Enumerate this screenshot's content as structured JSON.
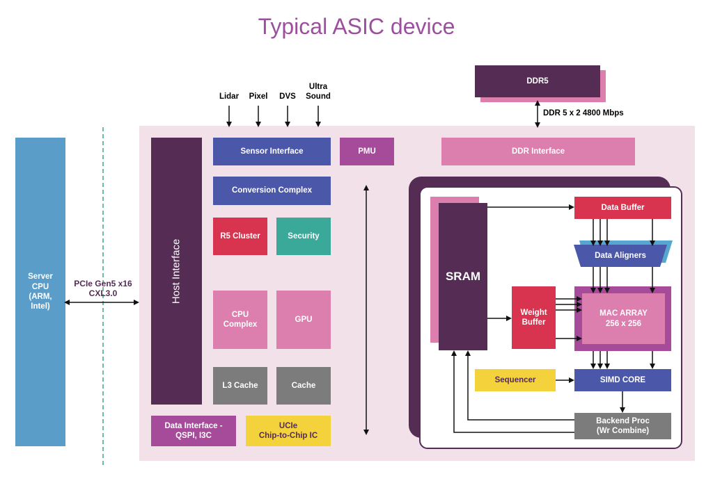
{
  "title": "Typical ASIC device",
  "server_cpu": "Server\nCPU\n(ARM,\nIntel)",
  "pcie_label": "PCIe Gen5 x16\nCXL3.0",
  "sensors": [
    "Lidar",
    "Pixel",
    "DVS",
    "Ultra\nSound"
  ],
  "ddr_label": "DDR5",
  "ddr_speed": "DDR 5 x 2 4800 Mbps",
  "blocks": {
    "host_interface": "Host Interface",
    "sensor_interface": "Sensor Interface",
    "pmu": "PMU",
    "ddr_interface": "DDR Interface",
    "conversion_complex": "Conversion Complex",
    "r5_cluster": "R5 Cluster",
    "security": "Security",
    "cpu_complex": "CPU\nComplex",
    "gpu": "GPU",
    "l3_cache": "L3 Cache",
    "cache": "Cache",
    "data_interface": "Data Interface -\nQSPI, I3C",
    "ucie": "UCIe\nChip-to-Chip IC"
  },
  "accelerator": {
    "sram": "SRAM",
    "data_buffer": "Data Buffer",
    "data_aligners": "Data Aligners",
    "weight_buffer": "Weight\nBuffer",
    "mac_array": "MAC ARRAY\n256 x 256",
    "sequencer": "Sequencer",
    "simd_core": "SIMD CORE",
    "backend_proc": "Backend Proc\n(Wr Combine)"
  },
  "colors": {
    "title": "#9b4f9e",
    "chip_bg": "#f3e1ea",
    "server_blue": "#5b9dc9",
    "navy": "#4b57a8",
    "dark_purple": "#542c54",
    "magenta": "#a64b9a",
    "pink": "#dc7fae",
    "red": "#d8344f",
    "green": "#3aa99a",
    "gray": "#7c7c7c",
    "yellow": "#f4d23c",
    "cyan": "#55a7cf",
    "dashed_green": "#6cbf9e"
  }
}
